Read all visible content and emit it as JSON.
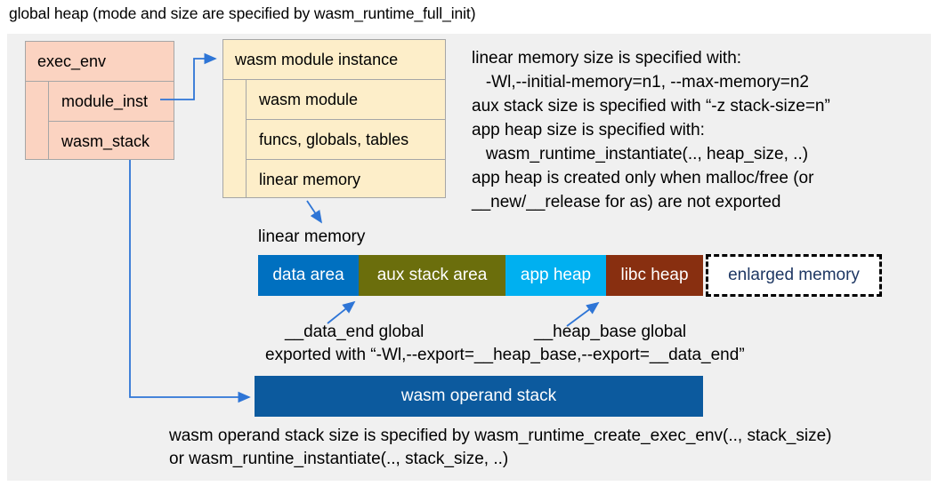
{
  "title": "global heap (mode and size are specified by wasm_runtime_full_init)",
  "exec_env": {
    "header": "exec_env",
    "rows": [
      "module_inst",
      "wasm_stack"
    ]
  },
  "module_instance": {
    "header": "wasm module instance",
    "rows": [
      "wasm module",
      "funcs, globals, tables",
      "linear memory"
    ]
  },
  "notes_right": {
    "lines": [
      "linear memory size is specified with:",
      "   -Wl,--initial-memory=n1, --max-memory=n2",
      "aux stack size is specified with “-z stack-size=n”",
      "app heap size is specified with:",
      "   wasm_runtime_instantiate(.., heap_size, ..)",
      "app heap is created only when malloc/free (or",
      "__new/__release for as) are not exported"
    ]
  },
  "linear_memory": {
    "label": "linear memory",
    "segments": [
      {
        "label": "data area",
        "color": "#0070c0",
        "text_color": "#ffffff"
      },
      {
        "label": "aux stack area",
        "color": "#6b6e0c",
        "text_color": "#ffffff"
      },
      {
        "label": "app heap",
        "color": "#00b0f0",
        "text_color": "#ffffff"
      },
      {
        "label": "libc heap",
        "color": "#882f10",
        "text_color": "#ffffff"
      },
      {
        "label": "enlarged memory",
        "color": "#ffffff",
        "text_color": "#1f3864",
        "border": "dashed"
      }
    ]
  },
  "globals": {
    "data_end_label": "__data_end global",
    "heap_base_label": "__heap_base global",
    "exported_note": "exported with “-Wl,--export=__heap_base,--export=__data_end”"
  },
  "operand_stack": {
    "label": "wasm operand stack",
    "note_lines": [
      "wasm operand stack size is specified by wasm_runtime_create_exec_env(.., stack_size)",
      "or wasm_runtine_instantiate(.., stack_size, ..)"
    ]
  },
  "colors": {
    "canvas_bg": "#f0f0f0",
    "exec_env_box": "#fbd3c1",
    "module_instance_box": "#fdeec9",
    "box_border": "#a6a6a6",
    "arrow": "#2e75d6",
    "operand_stack_bar": "#0c5a9e",
    "enlarged_memory_text": "#1f3864"
  }
}
